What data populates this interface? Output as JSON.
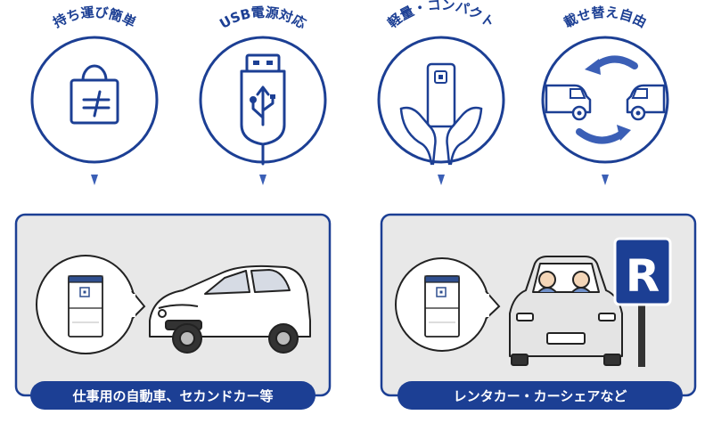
{
  "colors": {
    "navy": "#1c3f94",
    "accent": "#3b5fb6",
    "panel_bg": "#e8e8e8",
    "gray_fill": "#f2f2f2"
  },
  "features": [
    {
      "label": "持ち運び簡単",
      "icon": "shopping-bag-icon"
    },
    {
      "label": "USB電源対応",
      "icon": "usb-plug-icon"
    },
    {
      "label": "軽量・コンパクト",
      "icon": "hands-holding-device-icon"
    },
    {
      "label": "載せ替え自由",
      "icon": "car-swap-icon"
    }
  ],
  "use_cases": [
    {
      "label": "仕事用の自動車、セカンドカー等",
      "icon": "compact-car-icon"
    },
    {
      "label": "レンタカー・カーシェアなど",
      "icon": "rental-car-icon"
    }
  ],
  "parking_sign": {
    "letter": "R"
  }
}
